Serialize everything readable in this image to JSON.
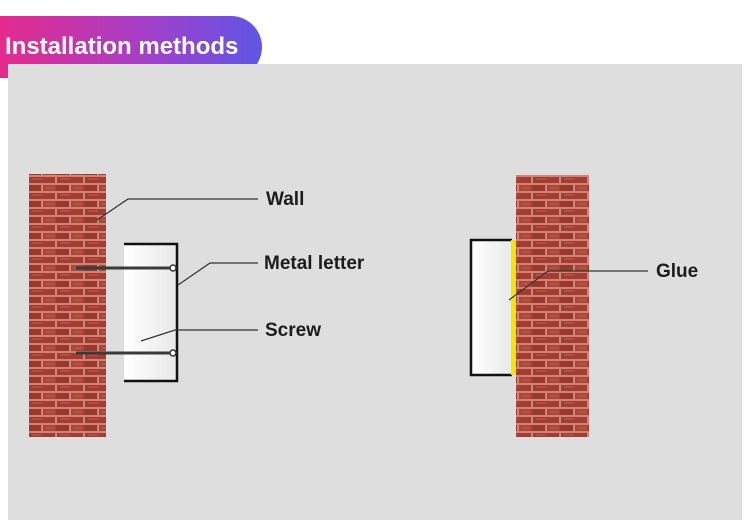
{
  "header": {
    "title": "Installation methods"
  },
  "labels": {
    "wall": "Wall",
    "metal_letter": "Metal letter",
    "screw": "Screw",
    "glue": "Glue"
  },
  "colors": {
    "title_gradient": [
      "#e52b8c",
      "#a53fc9",
      "#5e56e6"
    ],
    "panel": "#dedede",
    "brick": "#a63b2f",
    "mortar": "#d9a49a",
    "glue": "#f5e600"
  }
}
